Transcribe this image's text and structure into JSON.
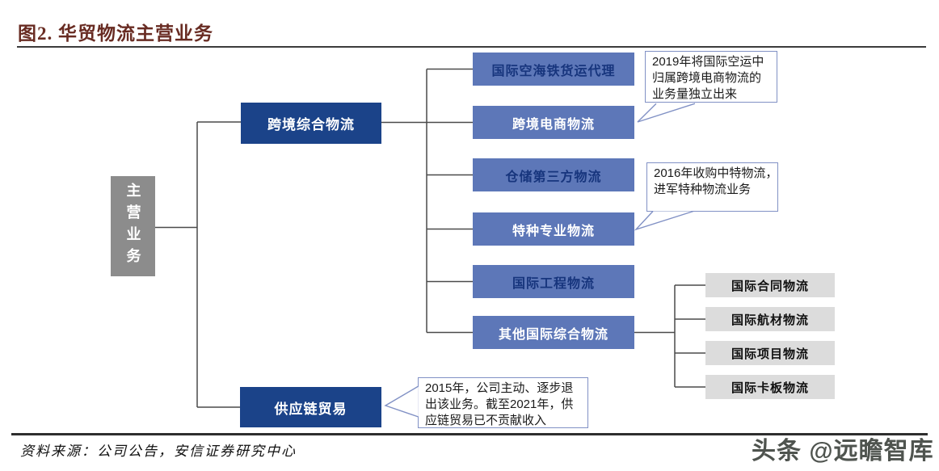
{
  "figure": {
    "title": "图2. 华贸物流主营业务",
    "source": "资料来源：公司公告，安信证券研究中心",
    "watermark": "头条 @远瞻智库"
  },
  "tree": {
    "root": "主营业务",
    "branch_top": "跨境综合物流",
    "branch_bottom": "供应链贸易",
    "sub_items": [
      {
        "label": "国际空海铁货运代理"
      },
      {
        "label": "跨境电商物流"
      },
      {
        "label": "仓储第三方物流"
      },
      {
        "label": "特种专业物流"
      },
      {
        "label": "国际工程物流"
      },
      {
        "label": "其他国际综合物流"
      }
    ],
    "leaf_items": [
      {
        "label": "国际合同物流"
      },
      {
        "label": "国际航材物流"
      },
      {
        "label": "国际项目物流"
      },
      {
        "label": "国际卡板物流"
      }
    ]
  },
  "annotations": [
    {
      "lines": [
        "2019年将国际空运中",
        "归属跨境电商物流的",
        "业务量独立出来"
      ]
    },
    {
      "lines": [
        "2016年收购中特物流，",
        "进军特种物流业务"
      ]
    },
    {
      "lines": [
        "2015年，公司主动、逐步退",
        "出该业务。截至2021年，供",
        "应链贸易已不贡献收入"
      ]
    }
  ],
  "colors": {
    "primary_navy": "#1b4389",
    "sub_blue": "#5d77b8",
    "navy_text": "#17357d",
    "root_gray": "#8c8c8c",
    "leaf_gray": "#dcdcdc",
    "annotation_border": "#8191c5",
    "connector": "#4a4a4a",
    "title_red": "#682b22"
  }
}
